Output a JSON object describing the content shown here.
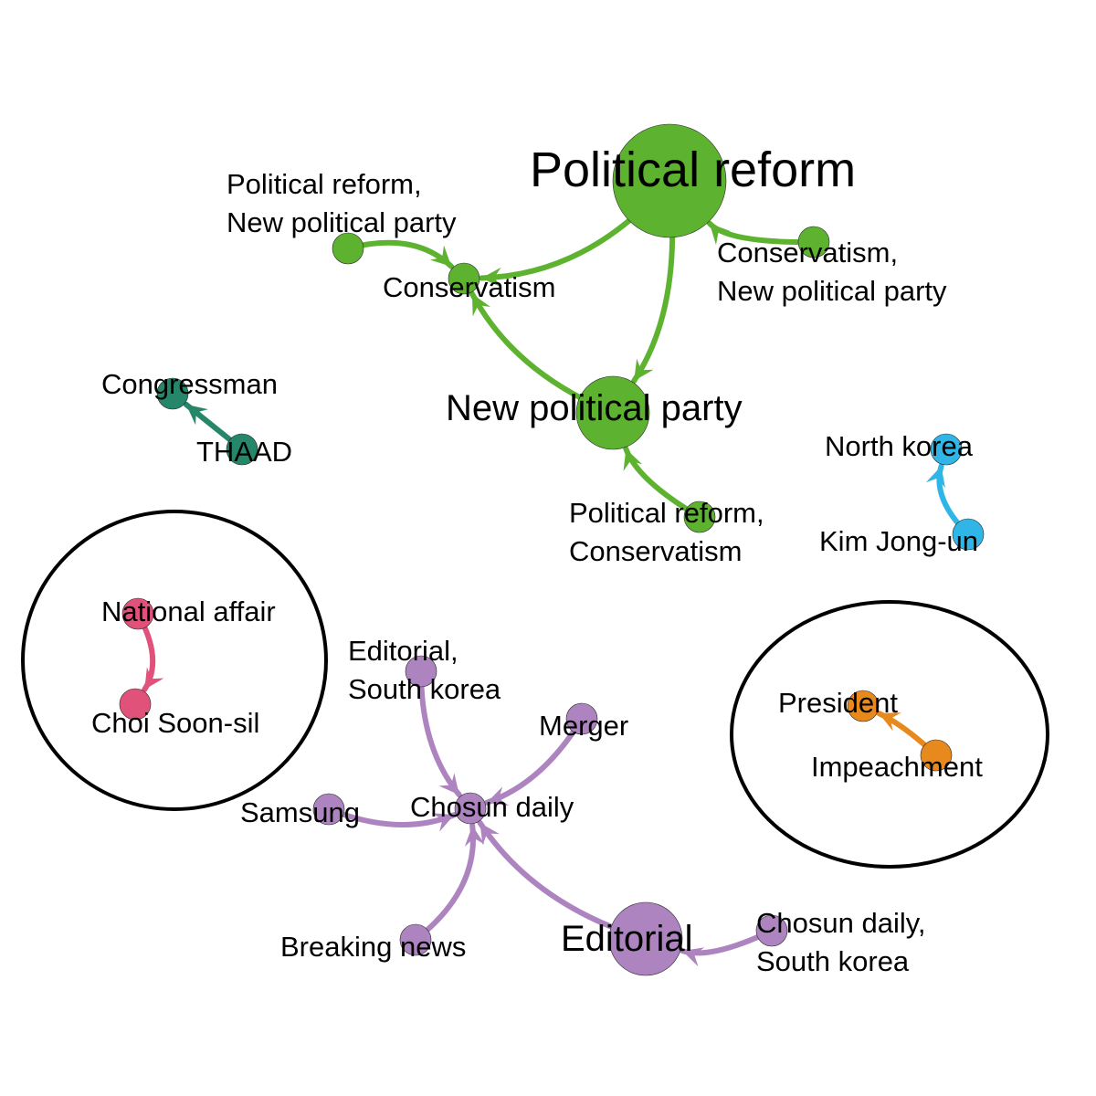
{
  "clusters": [
    {
      "id": "political",
      "color": "#5db32f",
      "nodes": [
        {
          "id": "political-reform",
          "lines": [
            "Political reform"
          ],
          "size": "large"
        },
        {
          "id": "new-political-party",
          "lines": [
            "New political party"
          ],
          "size": "medium"
        },
        {
          "id": "conservatism",
          "lines": [
            "Conservatism"
          ],
          "size": "small"
        },
        {
          "id": "pr-npp",
          "lines": [
            "Political reform,",
            "New political party"
          ],
          "size": "small"
        },
        {
          "id": "cons-npp",
          "lines": [
            "Conservatism,",
            "New political party"
          ],
          "size": "small"
        },
        {
          "id": "pr-cons",
          "lines": [
            "Political reform,",
            "Conservatism"
          ],
          "size": "small"
        }
      ],
      "edges": [
        {
          "from": "political-reform",
          "to": "conservatism"
        },
        {
          "from": "political-reform",
          "to": "new-political-party"
        },
        {
          "from": "new-political-party",
          "to": "conservatism"
        },
        {
          "from": "pr-npp",
          "to": "conservatism"
        },
        {
          "from": "cons-npp",
          "to": "political-reform"
        },
        {
          "from": "pr-cons",
          "to": "new-political-party"
        }
      ]
    },
    {
      "id": "congress",
      "color": "#26866a",
      "nodes": [
        {
          "id": "congressman",
          "lines": [
            "Congressman"
          ],
          "size": "small"
        },
        {
          "id": "thaad",
          "lines": [
            "THAAD"
          ],
          "size": "small"
        }
      ],
      "edges": [
        {
          "from": "thaad",
          "to": "congressman"
        }
      ]
    },
    {
      "id": "north-korea",
      "color": "#2fb6e6",
      "nodes": [
        {
          "id": "north-korea",
          "lines": [
            "North korea"
          ],
          "size": "small"
        },
        {
          "id": "kim-jong-un",
          "lines": [
            "Kim Jong-un"
          ],
          "size": "small"
        }
      ],
      "edges": [
        {
          "from": "kim-jong-un",
          "to": "north-korea"
        }
      ]
    },
    {
      "id": "national-affair",
      "color": "#e0527a",
      "highlighted": true,
      "nodes": [
        {
          "id": "national-affair",
          "lines": [
            "National affair"
          ],
          "size": "small"
        },
        {
          "id": "choi-soon-sil",
          "lines": [
            "Choi Soon-sil"
          ],
          "size": "small"
        }
      ],
      "edges": [
        {
          "from": "national-affair",
          "to": "choi-soon-sil"
        }
      ]
    },
    {
      "id": "impeachment",
      "color": "#e8891e",
      "highlighted": true,
      "nodes": [
        {
          "id": "president",
          "lines": [
            "President"
          ],
          "size": "small"
        },
        {
          "id": "impeachment",
          "lines": [
            "Impeachment"
          ],
          "size": "small"
        }
      ],
      "edges": [
        {
          "from": "impeachment",
          "to": "president"
        }
      ]
    },
    {
      "id": "chosun",
      "color": "#ad84bf",
      "nodes": [
        {
          "id": "chosun-daily",
          "lines": [
            "Chosun daily"
          ],
          "size": "small"
        },
        {
          "id": "editorial-south-korea",
          "lines": [
            "Editorial,",
            "South korea"
          ],
          "size": "small"
        },
        {
          "id": "merger",
          "lines": [
            "Merger"
          ],
          "size": "small"
        },
        {
          "id": "samsung",
          "lines": [
            "Samsung"
          ],
          "size": "small"
        },
        {
          "id": "breaking-news",
          "lines": [
            "Breaking news"
          ],
          "size": "small"
        },
        {
          "id": "editorial",
          "lines": [
            "Editorial"
          ],
          "size": "medium"
        },
        {
          "id": "chosun-south-korea",
          "lines": [
            "Chosun daily,",
            "South korea"
          ],
          "size": "small"
        }
      ],
      "edges": [
        {
          "from": "editorial-south-korea",
          "to": "chosun-daily"
        },
        {
          "from": "merger",
          "to": "chosun-daily"
        },
        {
          "from": "samsung",
          "to": "chosun-daily"
        },
        {
          "from": "breaking-news",
          "to": "chosun-daily"
        },
        {
          "from": "editorial",
          "to": "chosun-daily"
        },
        {
          "from": "chosun-south-korea",
          "to": "editorial"
        }
      ]
    }
  ]
}
